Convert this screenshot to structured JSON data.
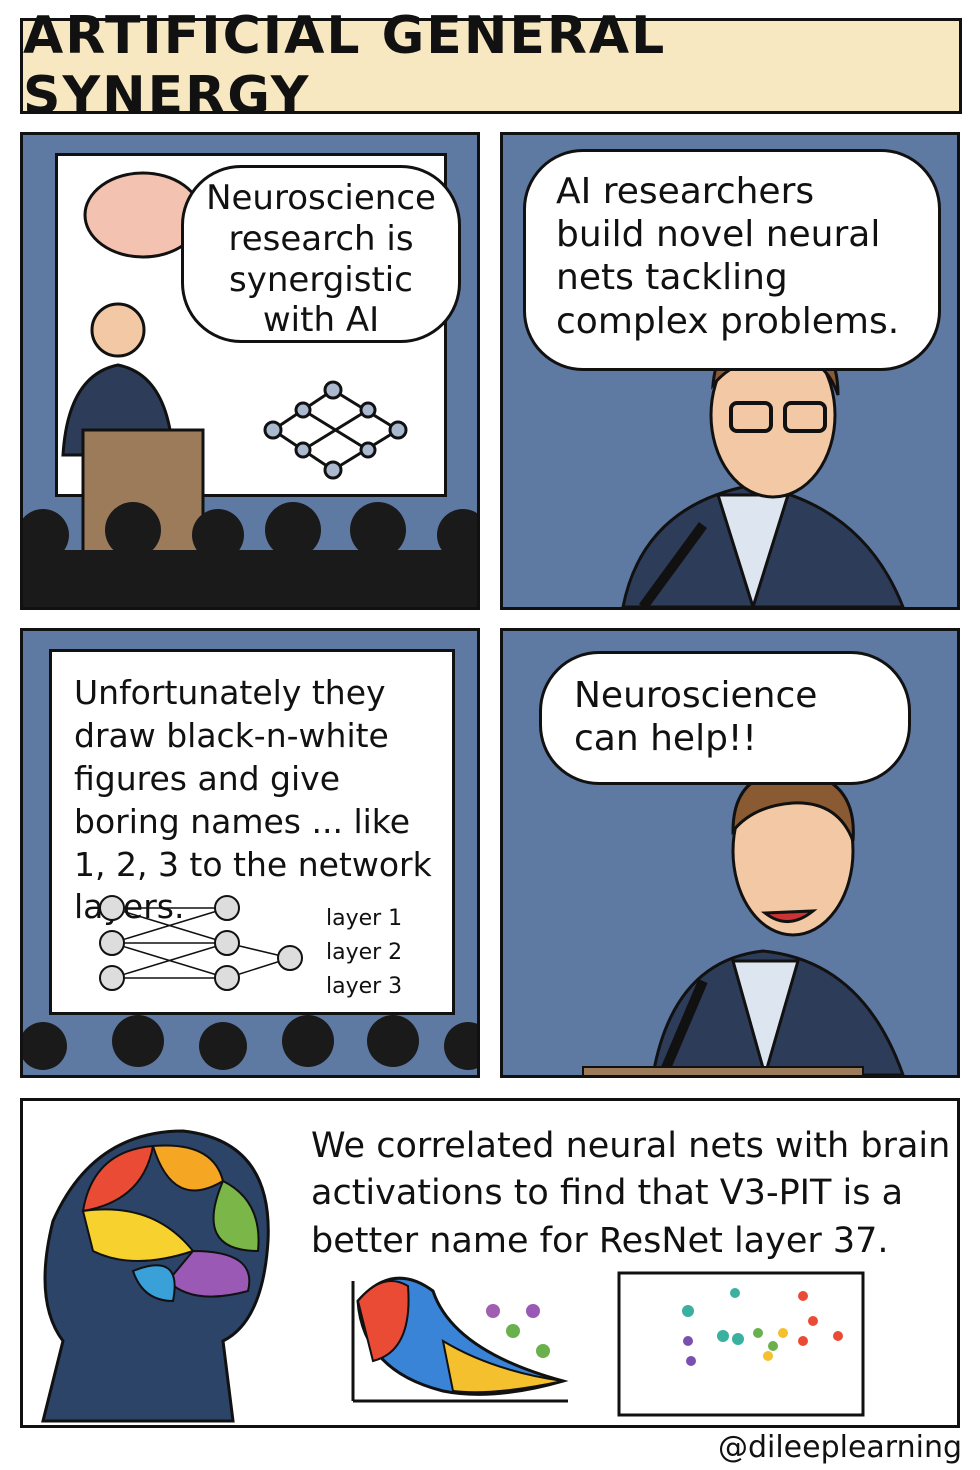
{
  "title": "ARTIFICIAL GENERAL SYNERGY",
  "panel1": {
    "speech": "Neuroscience research is synergistic with AI"
  },
  "panel2": {
    "speech": "AI researchers build novel neural nets tackling complex problems."
  },
  "panel3": {
    "slide_text": "Unfortunately they draw black-n-white figures and give boring names ... like 1, 2, 3 to the network layers.",
    "layers": [
      "layer 1",
      "layer 2",
      "layer 3"
    ]
  },
  "panel4": {
    "speech": "Neuroscience can help!!"
  },
  "panel5": {
    "caption": "We correlated neural nets with brain activations to find that V3-PIT is a better name for ResNet layer 37."
  },
  "credit": "@dileeplearning",
  "colors": {
    "panel_bg": "#5f7aa2",
    "title_bg": "#f8e8c2"
  }
}
